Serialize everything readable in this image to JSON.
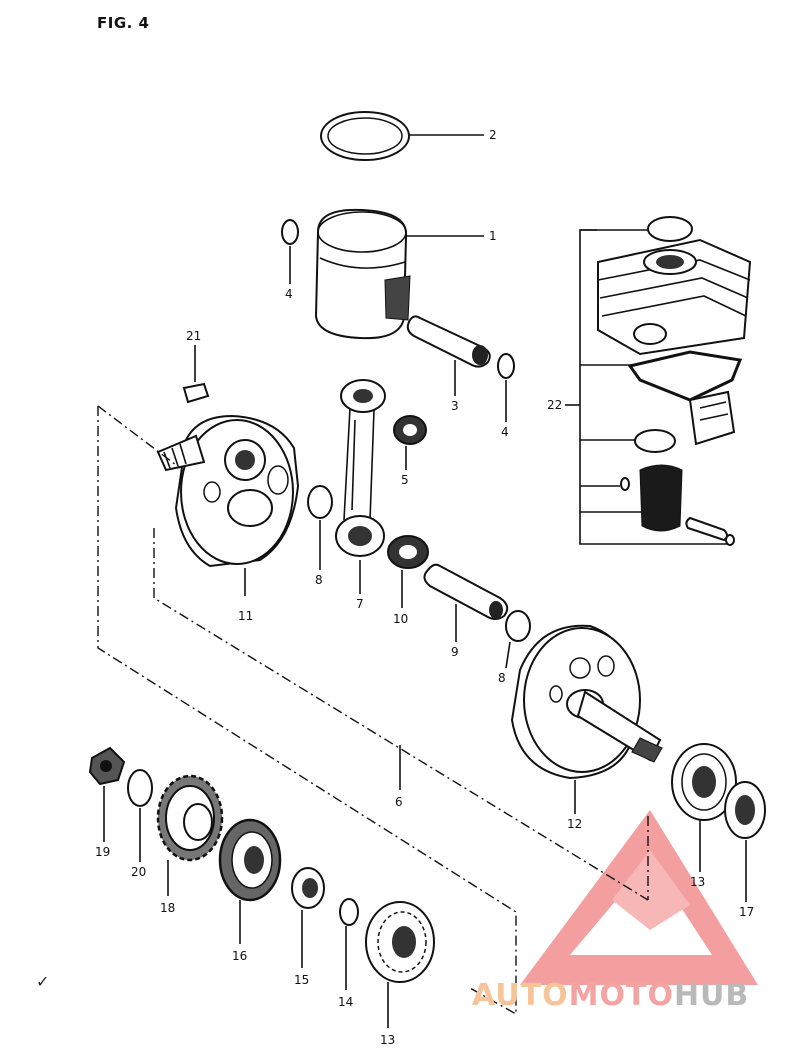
{
  "figure": {
    "label": "FIG. 4"
  },
  "callouts": [
    {
      "id": "c2",
      "text": "2"
    },
    {
      "id": "c1",
      "text": "1"
    },
    {
      "id": "c4a",
      "text": "4"
    },
    {
      "id": "c3",
      "text": "3"
    },
    {
      "id": "c4b",
      "text": "4"
    },
    {
      "id": "c21",
      "text": "21"
    },
    {
      "id": "c5",
      "text": "5"
    },
    {
      "id": "c22",
      "text": "22"
    },
    {
      "id": "c8a",
      "text": "8"
    },
    {
      "id": "c7",
      "text": "7"
    },
    {
      "id": "c10",
      "text": "10"
    },
    {
      "id": "c11",
      "text": "11"
    },
    {
      "id": "c9",
      "text": "9"
    },
    {
      "id": "c8b",
      "text": "8"
    },
    {
      "id": "c6",
      "text": "6"
    },
    {
      "id": "c12",
      "text": "12"
    },
    {
      "id": "c13a",
      "text": "13"
    },
    {
      "id": "c17",
      "text": "17"
    },
    {
      "id": "c19",
      "text": "19"
    },
    {
      "id": "c20",
      "text": "20"
    },
    {
      "id": "c18",
      "text": "18"
    },
    {
      "id": "c16",
      "text": "16"
    },
    {
      "id": "c15",
      "text": "15"
    },
    {
      "id": "c14",
      "text": "14"
    },
    {
      "id": "c13b",
      "text": "13"
    }
  ],
  "margin_mark": "✓",
  "watermark": {
    "part1": "AUTO",
    "part2": "MOTO",
    "part3": "HUB",
    "colors": {
      "triangle": "#f08080",
      "auto": "#f7c49a",
      "moto": "#f4a3a3",
      "hub": "#b9b9b9"
    }
  }
}
